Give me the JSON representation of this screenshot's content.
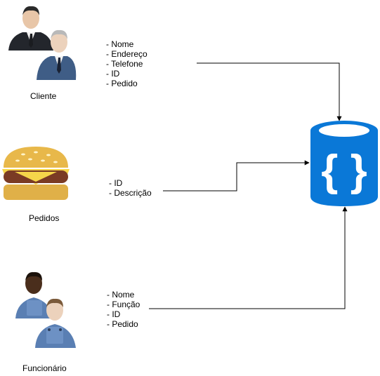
{
  "entities": [
    {
      "label": "Cliente",
      "icon": "businessmen-icon",
      "attributes": [
        "- Nome",
        "- Endereço",
        "- Telefone",
        "- ID",
        "- Pedido"
      ]
    },
    {
      "label": "Pedidos",
      "icon": "burger-icon",
      "attributes": [
        "- ID",
        "- Descrição"
      ]
    },
    {
      "label": "Funcionário",
      "icon": "workers-icon",
      "attributes": [
        "- Nome",
        "- Função",
        "- ID",
        "- Pedido"
      ]
    }
  ],
  "target": {
    "icon": "json-database-icon",
    "color": "#0a78d7"
  },
  "colors": {
    "suit": "#2b2f36",
    "suit_blue": "#3f5d86",
    "bun": "#e8b84a",
    "patty": "#7a3b24",
    "cheese": "#f5d64a",
    "overall": "#5a7fb3"
  }
}
